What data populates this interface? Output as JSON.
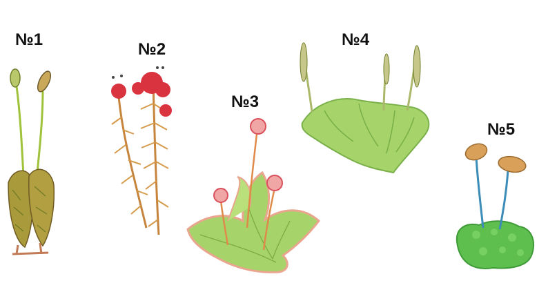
{
  "labels": {
    "p1": "№1",
    "p2": "№2",
    "p3": "№3",
    "p4": "№4",
    "p5": "№5"
  },
  "colors": {
    "background": "#ffffff",
    "label": "#111111",
    "moss_green": "#9fc23a",
    "moss_brown": "#8a6a2a",
    "sphagnum_red": "#d8333f",
    "sphagnum_stem": "#c7843c",
    "thallus_green": "#a6d46b",
    "thallus_edge": "#e9a58d",
    "cushion_green": "#5fbf4e",
    "seta_blue": "#3b8cb8",
    "capsule_orange": "#d9a05a"
  },
  "icons": [
    "haircap-moss",
    "sphagnum-moss",
    "liverwort-marchantia",
    "hornwort-like-thallus",
    "moss-cushion-with-capsules"
  ]
}
